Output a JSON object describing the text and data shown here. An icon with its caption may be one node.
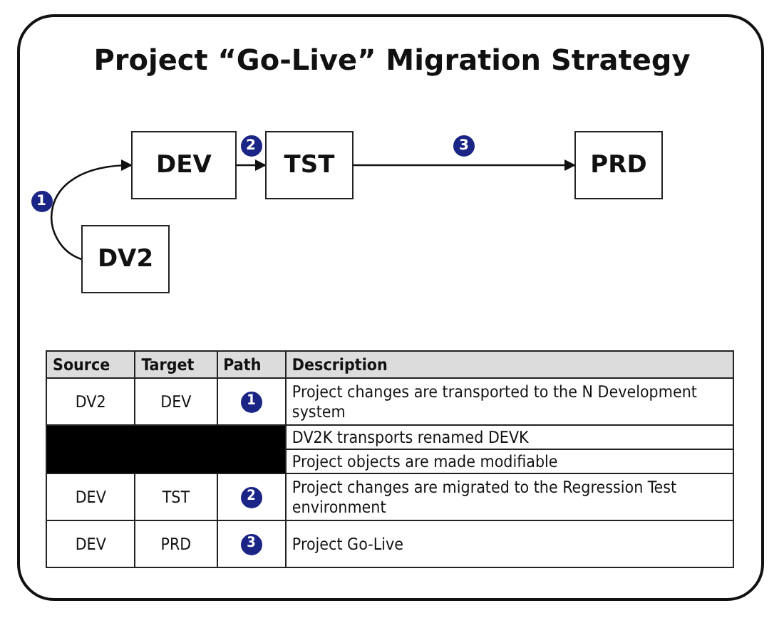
{
  "diagram": {
    "title": "Project “Go-Live” Migration Strategy",
    "nodes": [
      {
        "text": [
          "DEV"
        ]
      },
      {
        "text": [
          "TST"
        ]
      },
      {
        "text": [
          "PRD"
        ]
      },
      {
        "text": [
          "DV2"
        ]
      }
    ],
    "edges": [
      {
        "from": 3,
        "to": 0,
        "arrow": "to",
        "label": "1"
      },
      {
        "from": 0,
        "to": 1,
        "arrow": "to",
        "label": "2"
      },
      {
        "from": 1,
        "to": 2,
        "arrow": "to",
        "label": "3"
      }
    ],
    "labels": [
      "Source",
      "Target",
      "Path",
      "Description",
      "DV2",
      "DEV",
      "1",
      "Project changes are transported to the N Development system",
      "DV2K transports renamed DEVK",
      "Project objects are made modifiable",
      "DEV",
      "TST",
      "2",
      "Project changes are migrated to the Regression Test environment",
      "DEV",
      "PRD",
      "3",
      "Project Go-Live"
    ]
  }
}
